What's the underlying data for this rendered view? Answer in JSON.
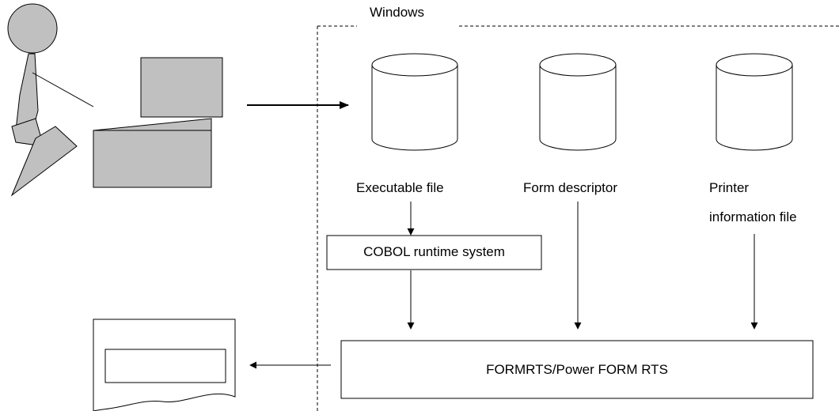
{
  "region": {
    "title": "Windows"
  },
  "files": {
    "executable": "Executable file",
    "form_descriptor": "Form descriptor",
    "printer_info_line1": "Printer",
    "printer_info_line2": "information file"
  },
  "components": {
    "cobol_runtime": "COBOL runtime system",
    "formrts": "FORMRTS/Power FORM RTS"
  },
  "colors": {
    "figure_fill": "#c0c0c0",
    "line": "#000000",
    "background": "#ffffff"
  }
}
